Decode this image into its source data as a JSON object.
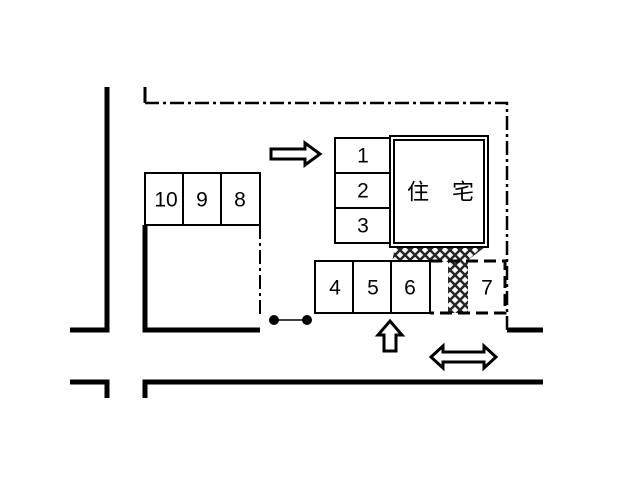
{
  "spaces": {
    "s1": "1",
    "s2": "2",
    "s3": "3",
    "s4": "4",
    "s5": "5",
    "s6": "6",
    "s7": "7",
    "s8": "8",
    "s9": "9",
    "s10": "10"
  },
  "house": {
    "label_1": "住",
    "label_2": "宅"
  },
  "colors": {
    "ink": "#000000",
    "background": "#ffffff"
  }
}
